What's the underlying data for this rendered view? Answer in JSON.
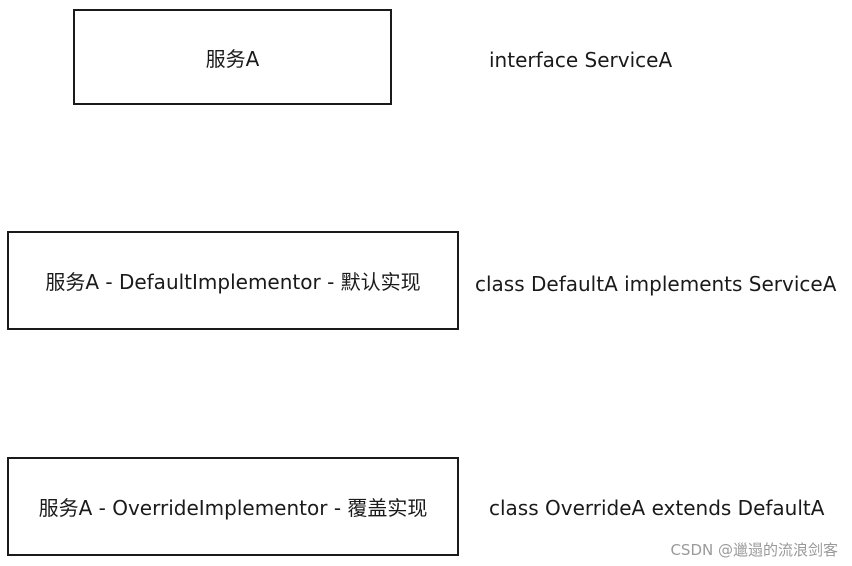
{
  "rows": [
    {
      "box_label": "服务A",
      "code_label": "interface ServiceA"
    },
    {
      "box_label": "服务A - DefaultImplementor - 默认实现",
      "code_label": "class DefaultA implements ServiceA"
    },
    {
      "box_label": "服务A - OverrideImplementor - 覆盖实现",
      "code_label": "class OverrideA extends DefaultA"
    }
  ],
  "watermark": "CSDN @邋遢的流浪剑客"
}
